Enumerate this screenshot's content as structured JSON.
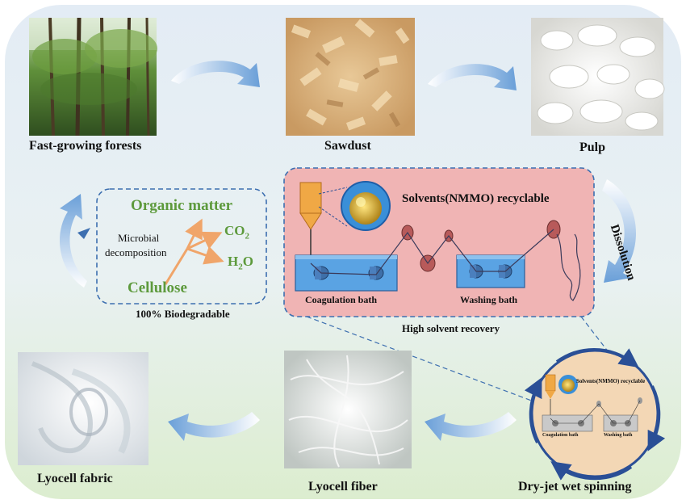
{
  "top_labels": {
    "forests": "Fast-growing forests",
    "sawdust": "Sawdust",
    "pulp": "Pulp"
  },
  "biodegradation": {
    "organic_matter": "Organic matter",
    "co2_base": "CO",
    "co2_sub": "2",
    "h2o_h": "H",
    "h2o_sub": "2",
    "h2o_o": "O",
    "microbial_line1": "Microbial",
    "microbial_line2": "decomposition",
    "cellulose": "Cellulose",
    "caption": "100% Biodegradable"
  },
  "process": {
    "solvents": "Solvents(NMMO) recyclable",
    "coagulation": "Coagulation bath",
    "washing": "Washing bath",
    "recovery": "High solvent recovery",
    "dissolution": "Dissolution"
  },
  "bottom_labels": {
    "fabric": "Lyocell fabric",
    "fiber": "Lyocell fiber",
    "spinning": "Dry-jet wet spinning"
  },
  "mini": {
    "solvents": "Solvents(NMMO) recyclable",
    "coagulation": "Coagulation bath",
    "washing": "Washing bath"
  },
  "colors": {
    "process_box": "#f0b4b4",
    "bath_water": "#5aa3e3",
    "dashed_border": "#3d6fb0",
    "green_text": "#5d9a3c",
    "arrow_orange": "#f0a56a",
    "circle_arrows": "#2a4f96",
    "circle_fill": "#f3d7b5"
  }
}
